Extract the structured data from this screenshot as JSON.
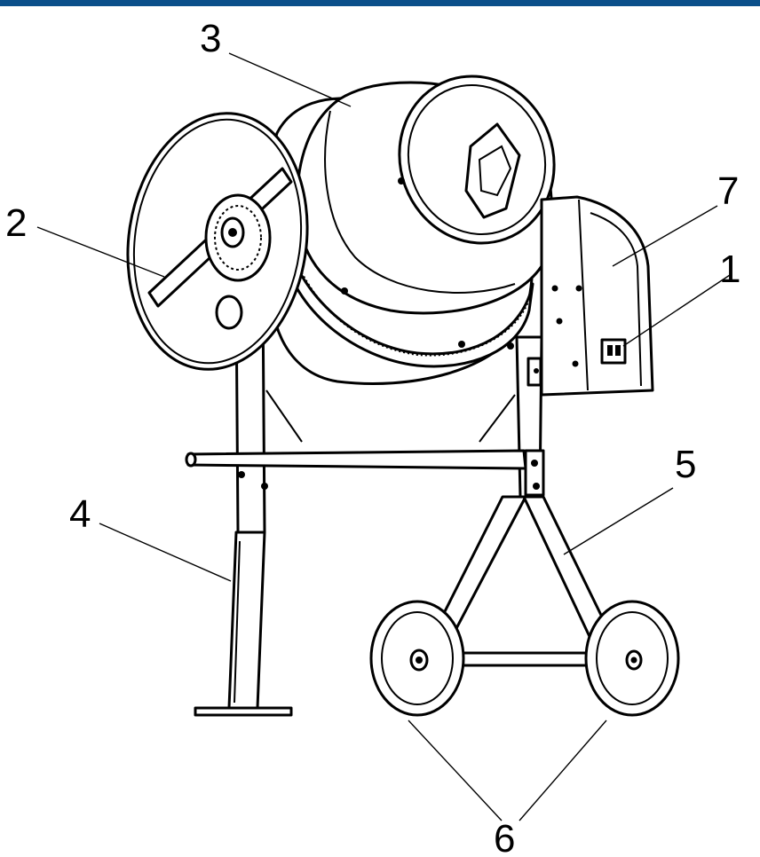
{
  "header": {
    "bar_color": "#0b4f8a"
  },
  "callouts": [
    {
      "number": "1"
    },
    {
      "number": "2"
    },
    {
      "number": "3"
    },
    {
      "number": "4"
    },
    {
      "number": "5"
    },
    {
      "number": "6"
    },
    {
      "number": "7"
    }
  ]
}
